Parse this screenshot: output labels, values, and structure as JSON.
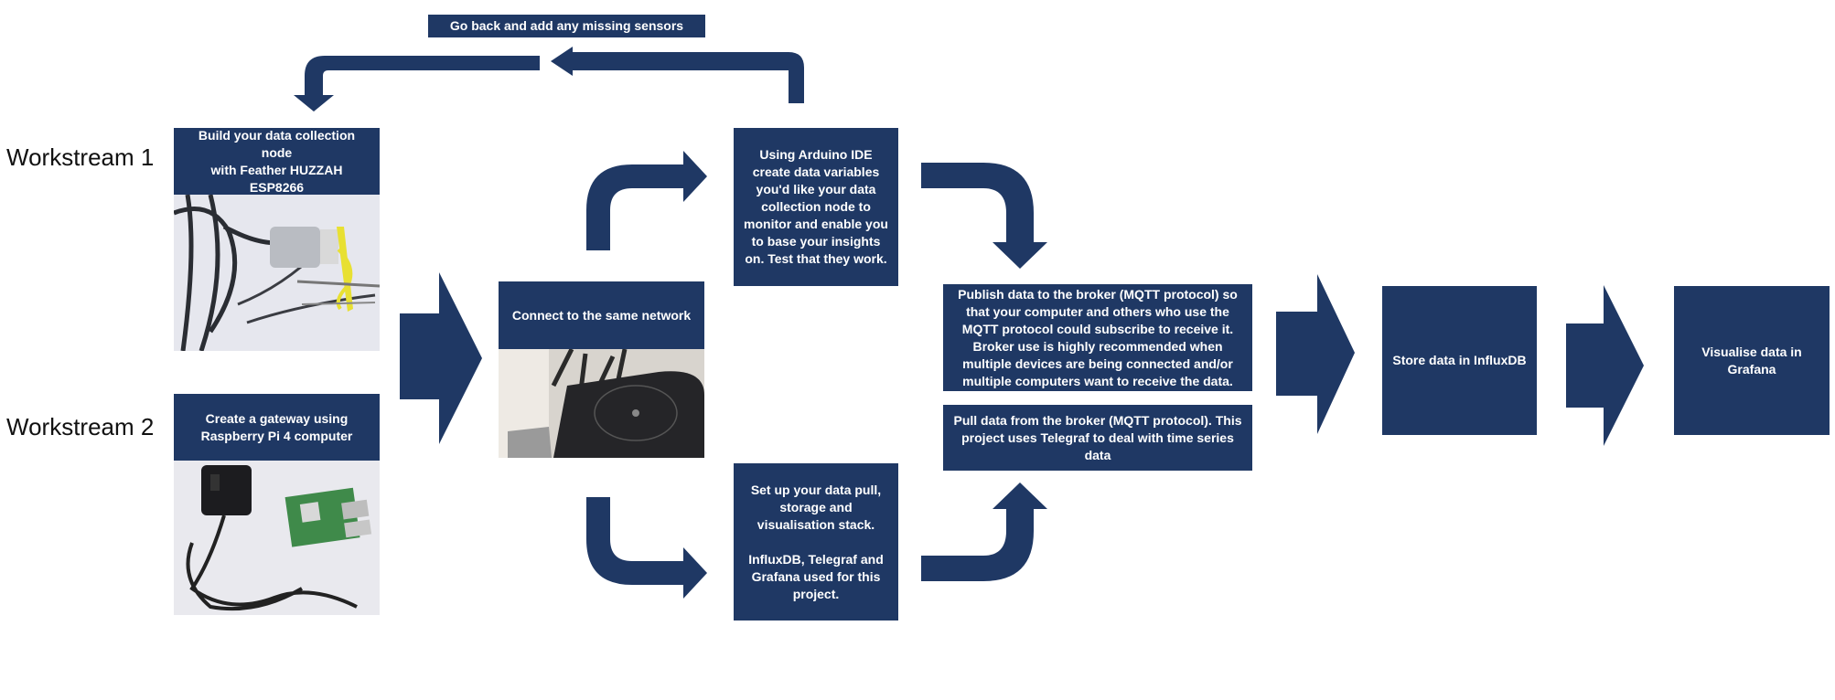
{
  "colors": {
    "box": "#1f3864",
    "arrow": "#1f3864"
  },
  "workstreams": [
    "Workstream 1",
    "Workstream 2"
  ],
  "feedback_label": "Go back and add any missing sensors",
  "boxes": {
    "build_node": "Build your data collection node\nwith Feather HUZZAH ESP8266",
    "gateway": "Create a gateway using\nRaspberry Pi 4 computer",
    "network": "Connect to the same network",
    "arduino": "Using Arduino IDE\ncreate data variables\nyou'd like your data\ncollection node to\nmonitor and enable you\nto base your insights\non. Test that they work.",
    "stack": "Set up your data pull,\nstorage and\nvisualisation stack.\n\nInfluxDB, Telegraf and\nGrafana used for this\nproject.",
    "publish": "Publish data to the broker (MQTT protocol) so\nthat your computer and others who use the\nMQTT protocol could subscribe to receive it.\nBroker use is highly recommended when\nmultiple devices are being connected and/or\nmultiple computers want to receive the data.",
    "pull": "Pull data from the broker (MQTT protocol). This\nproject uses Telegraf to deal with time series\ndata",
    "store": "Store data in InfluxDB",
    "visualise": "Visualise data in\nGrafana"
  },
  "photos": [
    "sensor-node-photo",
    "raspberry-pi-photo",
    "router-photo"
  ]
}
